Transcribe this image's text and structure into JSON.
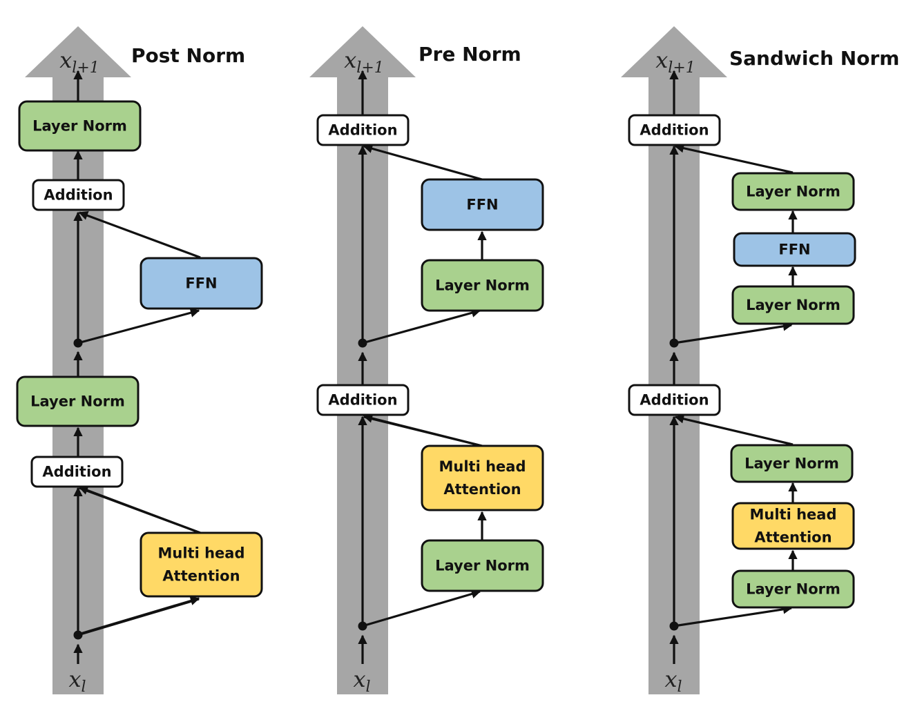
{
  "colors": {
    "residual_stream": "#a6a6a6",
    "layer_norm": "#a9d18e",
    "ffn": "#9dc3e6",
    "attention": "#ffd966",
    "addition": "#ffffff",
    "stroke": "#111111"
  },
  "panels": [
    {
      "title": "Post Norm",
      "output": {
        "base": "x",
        "sub": "l+1"
      },
      "input": {
        "base": "x",
        "sub": "l"
      },
      "boxes": [
        {
          "kind": "layer_norm",
          "lines": [
            "Layer Norm"
          ]
        },
        {
          "kind": "addition",
          "lines": [
            "Addition"
          ]
        },
        {
          "kind": "ffn",
          "lines": [
            "FFN"
          ]
        },
        {
          "kind": "layer_norm",
          "lines": [
            "Layer Norm"
          ]
        },
        {
          "kind": "addition",
          "lines": [
            "Addition"
          ]
        },
        {
          "kind": "attention",
          "lines": [
            "Multi head",
            "Attention"
          ]
        }
      ]
    },
    {
      "title": "Pre Norm",
      "output": {
        "base": "x",
        "sub": "l+1"
      },
      "input": {
        "base": "x",
        "sub": "l"
      },
      "boxes": [
        {
          "kind": "addition",
          "lines": [
            "Addition"
          ]
        },
        {
          "kind": "ffn",
          "lines": [
            "FFN"
          ]
        },
        {
          "kind": "layer_norm",
          "lines": [
            "Layer Norm"
          ]
        },
        {
          "kind": "addition",
          "lines": [
            "Addition"
          ]
        },
        {
          "kind": "attention",
          "lines": [
            "Multi head",
            "Attention"
          ]
        },
        {
          "kind": "layer_norm",
          "lines": [
            "Layer Norm"
          ]
        }
      ]
    },
    {
      "title": "Sandwich Norm",
      "output": {
        "base": "x",
        "sub": "l+1"
      },
      "input": {
        "base": "x",
        "sub": "l"
      },
      "boxes": [
        {
          "kind": "addition",
          "lines": [
            "Addition"
          ]
        },
        {
          "kind": "layer_norm",
          "lines": [
            "Layer Norm"
          ]
        },
        {
          "kind": "ffn",
          "lines": [
            "FFN"
          ]
        },
        {
          "kind": "layer_norm",
          "lines": [
            "Layer Norm"
          ]
        },
        {
          "kind": "addition",
          "lines": [
            "Addition"
          ]
        },
        {
          "kind": "layer_norm",
          "lines": [
            "Layer Norm"
          ]
        },
        {
          "kind": "attention",
          "lines": [
            "Multi head",
            "Attention"
          ]
        },
        {
          "kind": "layer_norm",
          "lines": [
            "Layer Norm"
          ]
        }
      ]
    }
  ]
}
